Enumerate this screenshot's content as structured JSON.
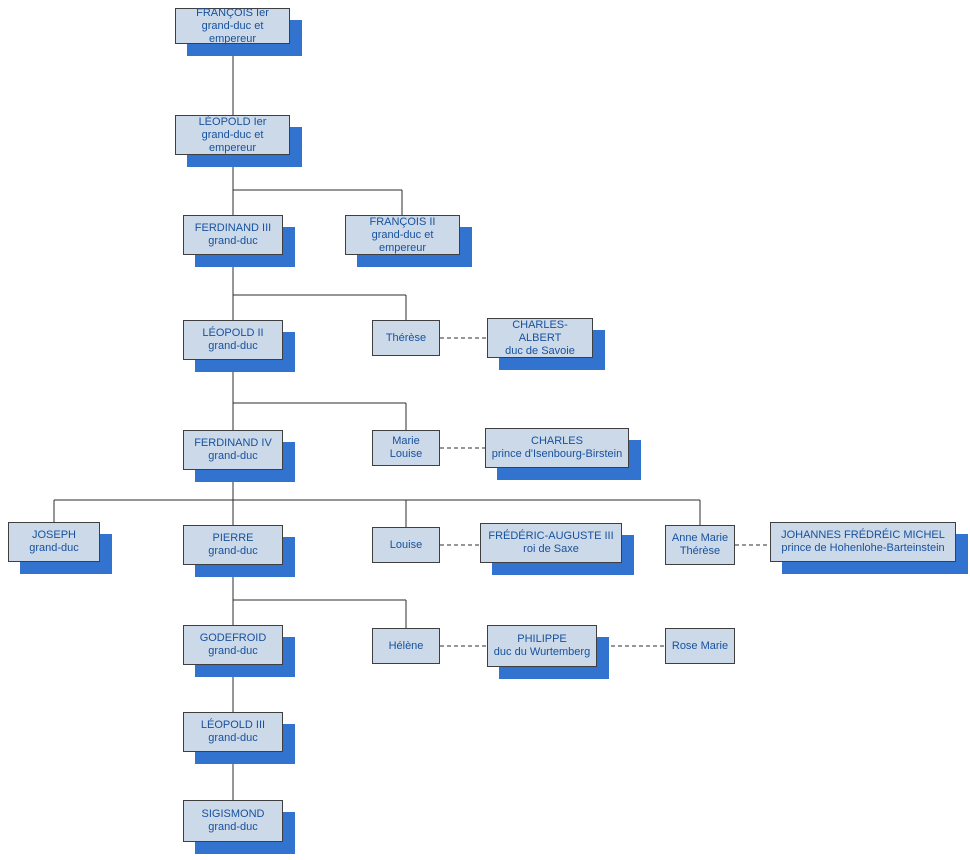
{
  "diagram": {
    "type": "family-tree"
  },
  "colors": {
    "background": "#ffffff",
    "box_fill": "#ccd9e8",
    "box_border": "#3f3f3f",
    "box_shadow": "#3273cf",
    "text": "#17519e",
    "line": "#2e2e2e"
  },
  "nodes": {
    "francois1": {
      "name": "FRANÇOIS Ier",
      "subtitle": "grand-duc et empereur"
    },
    "leopold1": {
      "name": "LÉOPOLD Ier",
      "subtitle": "grand-duc et empereur"
    },
    "ferdinand3": {
      "name": "FERDINAND III",
      "subtitle": "grand-duc"
    },
    "francois2": {
      "name": "FRANÇOIS II",
      "subtitle": "grand-duc et empereur"
    },
    "leopold2": {
      "name": "LÉOPOLD II",
      "subtitle": "grand-duc"
    },
    "therese": {
      "name": "Thérèse"
    },
    "charles_albert": {
      "name": "CHARLES-ALBERT",
      "subtitle": "duc de Savoie"
    },
    "ferdinand4": {
      "name": "FERDINAND IV",
      "subtitle": "grand-duc"
    },
    "marie_louise": {
      "name": "Marie Louise"
    },
    "charles": {
      "name": "CHARLES",
      "subtitle": "prince d'Isenbourg-Birstein"
    },
    "joseph": {
      "name": "JOSEPH",
      "subtitle": "grand-duc"
    },
    "pierre": {
      "name": "PIERRE",
      "subtitle": "grand-duc"
    },
    "louise": {
      "name": "Louise"
    },
    "frederic_auguste3": {
      "name": "FRÉDÉRIC-AUGUSTE III",
      "subtitle": "roi de Saxe"
    },
    "anne_marie_therese": {
      "name": "Anne Marie",
      "subtitle": "Thérèse"
    },
    "johannes": {
      "name": "JOHANNES FRÉDRÉIC MICHEL",
      "subtitle": "prince de Hohenlohe-Barteinstein"
    },
    "godefroid": {
      "name": "GODEFROID",
      "subtitle": "grand-duc"
    },
    "helene": {
      "name": "Hélène"
    },
    "philippe": {
      "name": "PHILIPPE",
      "subtitle": "duc du Wurtemberg"
    },
    "rose_marie": {
      "name": "Rose Marie"
    },
    "leopold3": {
      "name": "LÉOPOLD III",
      "subtitle": "grand-duc"
    },
    "sigismond": {
      "name": "SIGISMOND",
      "subtitle": "grand-duc"
    }
  },
  "edges": {
    "descent": [
      {
        "parent": "francois1",
        "children": [
          "leopold1"
        ]
      },
      {
        "parent": "leopold1",
        "children": [
          "ferdinand3",
          "francois2"
        ]
      },
      {
        "parent": "ferdinand3",
        "children": [
          "leopold2",
          "therese"
        ]
      },
      {
        "parent": "leopold2",
        "children": [
          "ferdinand4",
          "marie_louise"
        ]
      },
      {
        "parent": "ferdinand4",
        "children": [
          "joseph",
          "pierre",
          "louise",
          "anne_marie_therese"
        ]
      },
      {
        "parent": "pierre",
        "children": [
          "godefroid",
          "helene"
        ]
      },
      {
        "parent": "godefroid",
        "children": [
          "leopold3"
        ]
      },
      {
        "parent": "leopold3",
        "children": [
          "sigismond"
        ]
      }
    ],
    "marriages": [
      [
        "therese",
        "charles_albert"
      ],
      [
        "marie_louise",
        "charles"
      ],
      [
        "louise",
        "frederic_auguste3"
      ],
      [
        "anne_marie_therese",
        "johannes"
      ],
      [
        "helene",
        "philippe"
      ],
      [
        "philippe",
        "rose_marie"
      ]
    ]
  }
}
